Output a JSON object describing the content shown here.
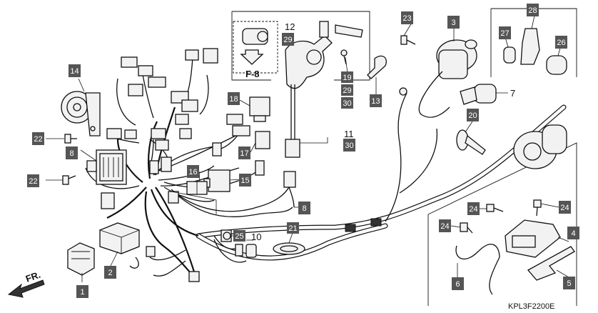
{
  "diagram_code": "KPL3F2200E",
  "fr_label": "FR.",
  "reference_label": "F-8",
  "callouts": {
    "c1": "1",
    "c2": "2",
    "c3": "3",
    "c4": "4",
    "c5": "5",
    "c6": "6",
    "c8": "8",
    "c13": "13",
    "c14": "14",
    "c15": "15",
    "c16": "16",
    "c17": "17",
    "c18": "18",
    "c19": "19",
    "c20": "20",
    "c21": "21",
    "c22a": "22",
    "c22b": "22",
    "c23": "23",
    "c24a": "24",
    "c24b": "24",
    "c24c": "24",
    "c25": "25",
    "c26": "26",
    "c27": "27",
    "c28": "28",
    "c29a": "29",
    "c29b": "29",
    "c30a": "30",
    "c30b": "30",
    "c8b": "8"
  },
  "plain_numbers": {
    "n7": "7",
    "n10": "10",
    "n11": "11",
    "n12": "12"
  }
}
